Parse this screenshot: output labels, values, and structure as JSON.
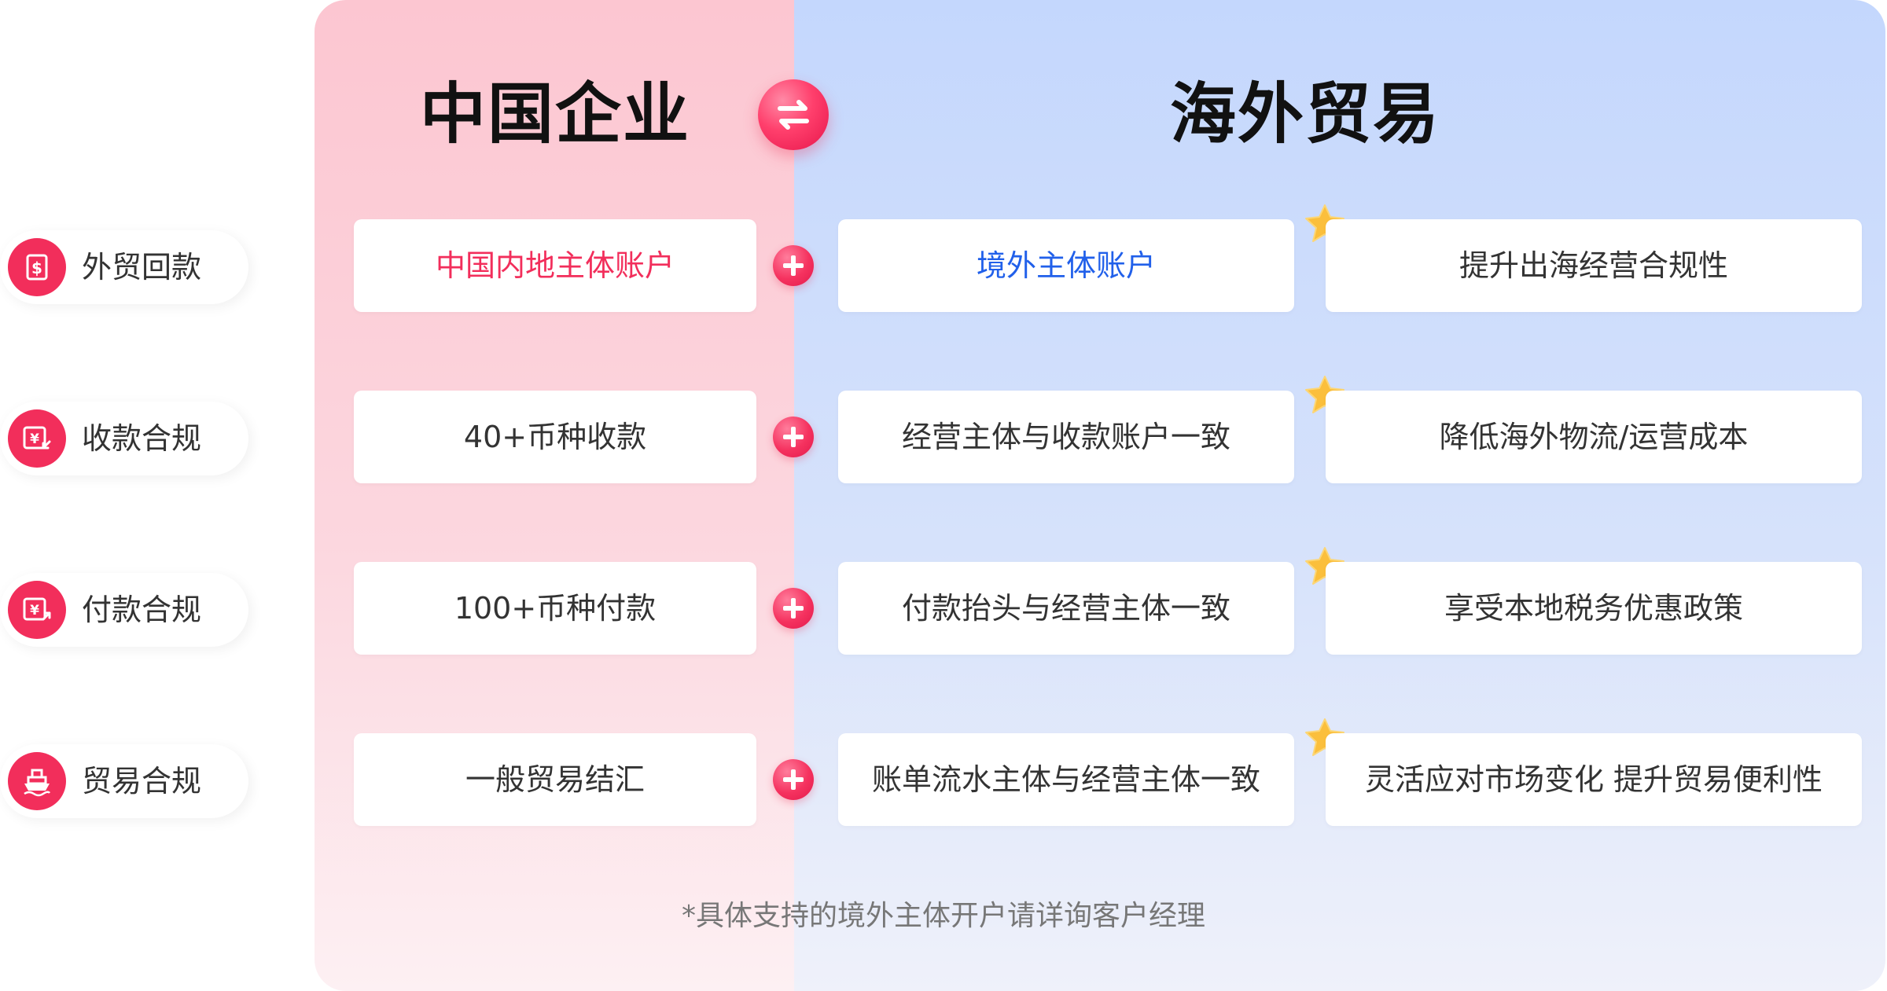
{
  "header": {
    "left_title": "中国企业",
    "right_title": "海外贸易",
    "swap_icon": "swap-arrows-icon"
  },
  "sidebar": {
    "items": [
      {
        "label": "外贸回款",
        "icon": "dollar-document-icon"
      },
      {
        "label": "收款合规",
        "icon": "yuan-receive-icon"
      },
      {
        "label": "付款合规",
        "icon": "yuan-pay-icon"
      },
      {
        "label": "贸易合规",
        "icon": "ship-icon"
      }
    ]
  },
  "rows": [
    {
      "domestic": "中国内地主体账户",
      "overseas": "境外主体账户",
      "benefit": "提升出海经营合规性"
    },
    {
      "domestic": "40+币种收款",
      "overseas": "经营主体与收款账户一致",
      "benefit": "降低海外物流/运营成本"
    },
    {
      "domestic": "100+币种付款",
      "overseas": "付款抬头与经营主体一致",
      "benefit": "享受本地税务优惠政策"
    },
    {
      "domestic": "一般贸易结汇",
      "overseas": "账单流水主体与经营主体一致",
      "benefit": "灵活应对市场变化 提升贸易便利性"
    }
  ],
  "footnote": "*具体支持的境外主体开户请详询客户经理",
  "colors": {
    "accent_red": "#f22e5b",
    "accent_blue": "#2160ea",
    "left_panel": "#fcc6d1",
    "right_panel": "#c4d7fd",
    "star": "#fbbf3c"
  }
}
